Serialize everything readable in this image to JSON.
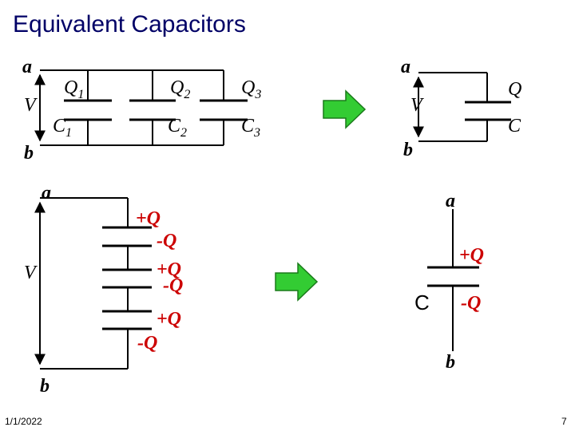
{
  "slide": {
    "title": "Equivalent Capacitors",
    "date": "1/1/2022",
    "page_number": "7"
  },
  "parallel": {
    "node_top": "a",
    "node_bottom": "b",
    "voltage": "V",
    "charges": [
      {
        "sym": "Q",
        "sub": "1"
      },
      {
        "sym": "Q",
        "sub": "2"
      },
      {
        "sym": "Q",
        "sub": "3"
      }
    ],
    "capacitances": [
      {
        "sym": "C",
        "sub": "1"
      },
      {
        "sym": "C",
        "sub": "2"
      },
      {
        "sym": "C",
        "sub": "3"
      }
    ]
  },
  "parallel_equivalent": {
    "node_top": "a",
    "node_bottom": "b",
    "voltage": "V",
    "charge": "Q",
    "capacitance": "C"
  },
  "series": {
    "node_top": "a",
    "node_bottom": "b",
    "voltage": "V",
    "plate_charges": [
      "+Q",
      "-Q",
      "+Q",
      "-Q",
      "+Q",
      "-Q"
    ]
  },
  "series_equivalent": {
    "node_top": "a",
    "node_bottom": "b",
    "plus_charge": "+Q",
    "minus_charge": "-Q",
    "capacitance": "C"
  },
  "colors": {
    "title": "#000066",
    "charge_red": "#cc0000",
    "arrow_green": "#33cc33",
    "arrow_outline": "#1a7a1a"
  }
}
